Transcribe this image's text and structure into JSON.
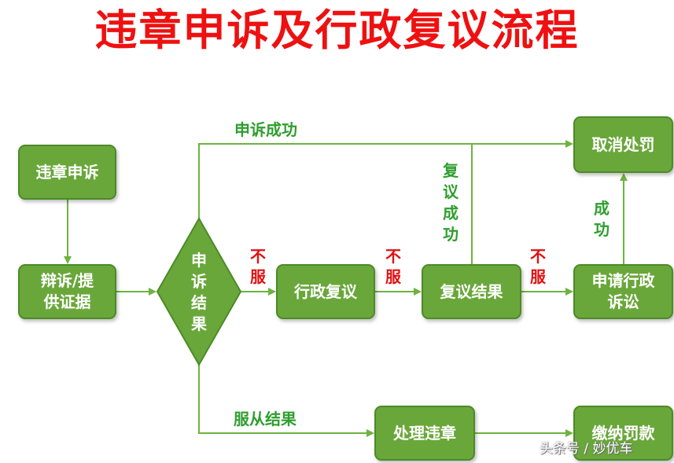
{
  "title": "违章申诉及行政复议流程",
  "nodes": {
    "appeal": "违章申诉",
    "evidence": "辩诉/提\n供证据",
    "result": "申\n诉\n结\n果",
    "review": "行政复议",
    "review_result": "复议结果",
    "lawsuit": "申请行政\n诉讼",
    "cancel": "取消处罚",
    "handle": "处理违章",
    "pay": "缴纳罚款"
  },
  "labels": {
    "appeal_success": "申诉成功",
    "review_success": "复\n议\n成\n功",
    "success": "成\n功",
    "not_accept_1": "不\n服",
    "not_accept_2": "不\n服",
    "not_accept_3": "不\n服",
    "accept_result": "服从结果"
  },
  "colors": {
    "title": "#ee1111",
    "box_fill": "#69a73a",
    "box_border": "#4d8a27",
    "arrow": "#6db33f",
    "green_text": "#2f9e2f",
    "red_text": "#e01010"
  },
  "watermark": "头条号 / 妙优车"
}
